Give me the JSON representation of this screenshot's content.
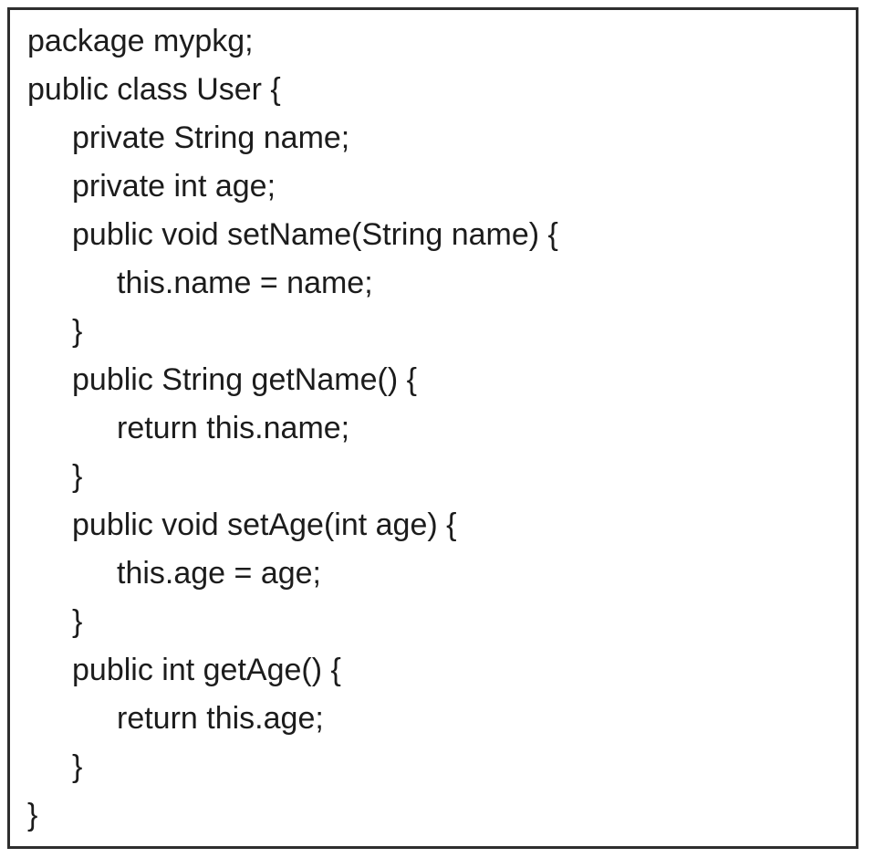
{
  "colors": {
    "background": "#ffffff",
    "border": "#2e2e2e",
    "text": "#1c1c1c"
  },
  "code": {
    "lines": [
      {
        "indent": 0,
        "text": "package mypkg;"
      },
      {
        "indent": 0,
        "text": "public class User {"
      },
      {
        "indent": 1,
        "text": "private String name;"
      },
      {
        "indent": 1,
        "text": "private int age;"
      },
      {
        "indent": 1,
        "text": "public void setName(String name) {"
      },
      {
        "indent": 2,
        "text": "this.name = name;"
      },
      {
        "indent": 1,
        "text": "}"
      },
      {
        "indent": 1,
        "text": "public String getName() {"
      },
      {
        "indent": 2,
        "text": "return this.name;"
      },
      {
        "indent": 1,
        "text": "}"
      },
      {
        "indent": 1,
        "text": "public void setAge(int age) {"
      },
      {
        "indent": 2,
        "text": "this.age = age;"
      },
      {
        "indent": 1,
        "text": "}"
      },
      {
        "indent": 1,
        "text": "public int getAge() {"
      },
      {
        "indent": 2,
        "text": "return this.age;"
      },
      {
        "indent": 1,
        "text": "}"
      },
      {
        "indent": 0,
        "text": "}"
      }
    ]
  }
}
